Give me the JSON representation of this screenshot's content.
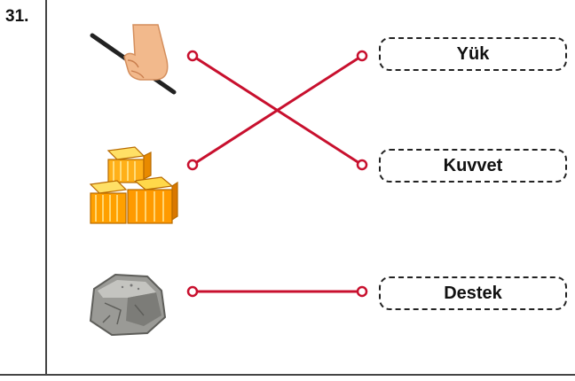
{
  "question": {
    "number": "31."
  },
  "labels": [
    "Yük",
    "Kuvvet",
    "Destek"
  ],
  "colors": {
    "line": "#c8102e",
    "hay_dark": "#e88a00",
    "hay_light": "#ffd84a",
    "rock": "#8a8a86"
  },
  "images": [
    {
      "name": "hand-with-stick"
    },
    {
      "name": "hay-bales"
    },
    {
      "name": "rock"
    }
  ]
}
